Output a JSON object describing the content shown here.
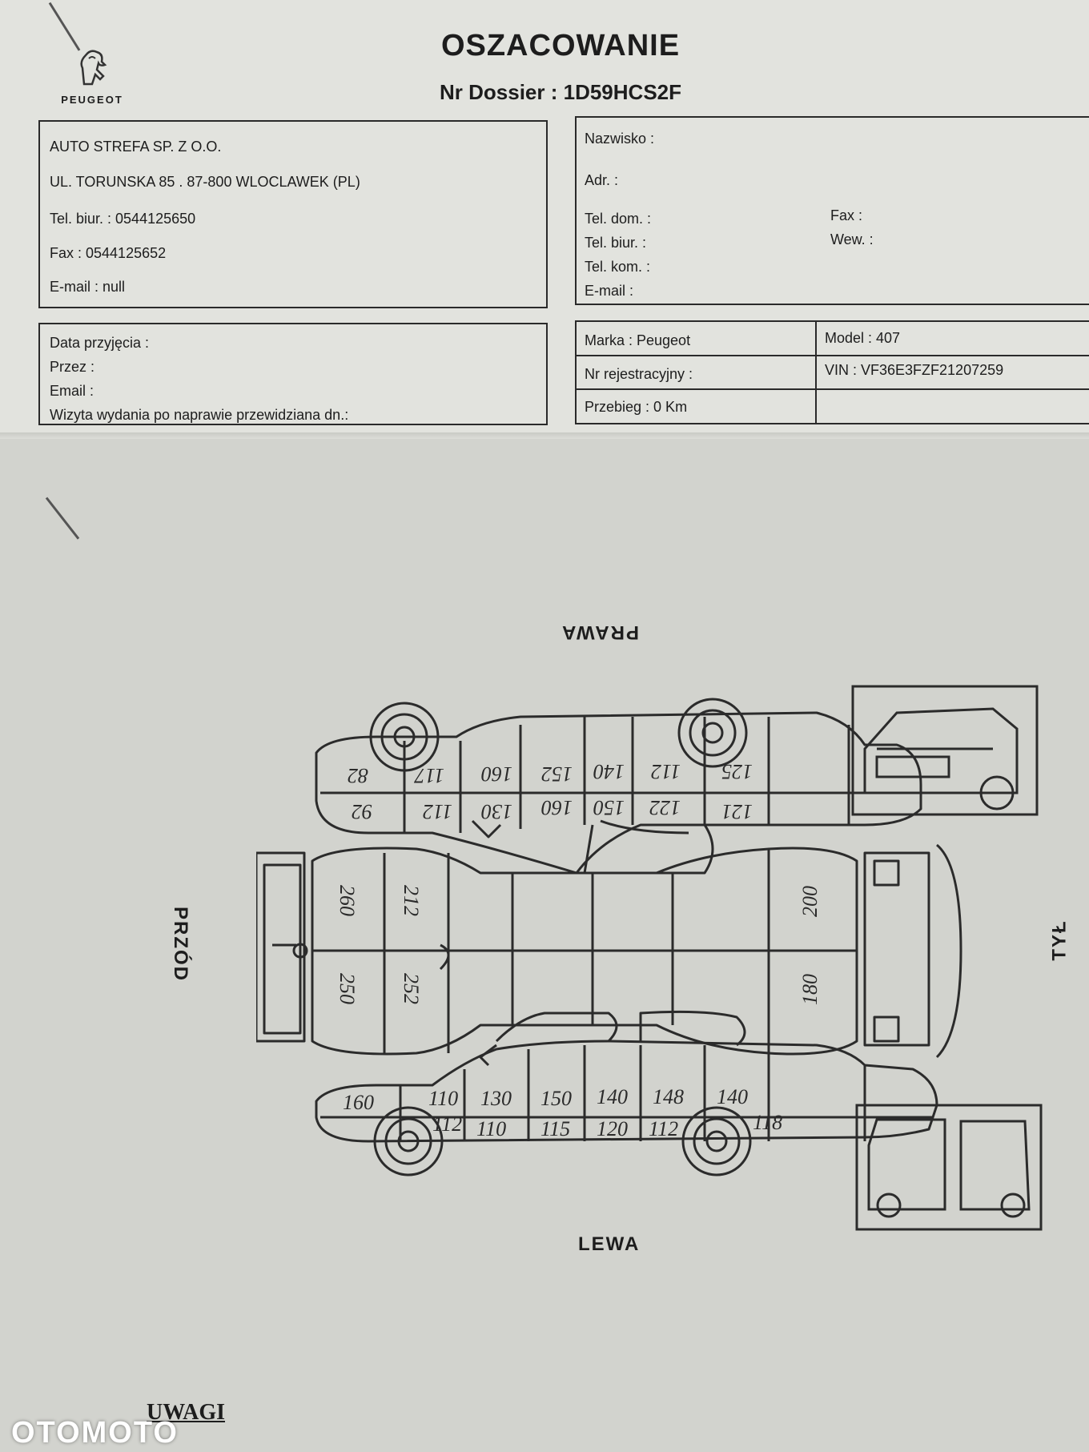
{
  "header": {
    "brand": "PEUGEOT",
    "title": "OSZACOWANIE",
    "dossier": "Nr Dossier : 1D59HCS2F"
  },
  "dealer": {
    "name": "AUTO STREFA SP. Z O.O.",
    "address": "UL. TORUNSKA 85 . 87-800 WLOCLAWEK (PL)",
    "tel": "Tel. biur. : 0544125650",
    "fax": "Fax : 0544125652",
    "email": "E-mail : null"
  },
  "client": {
    "surname": "Nazwisko :",
    "address": "Adr. :",
    "tel_home": "Tel. dom. :",
    "tel_office": "Tel. biur. :",
    "tel_mobile": "Tel. kom. :",
    "email": "E-mail :",
    "fax": "Fax :",
    "ext": "Wew. :"
  },
  "reception": {
    "date": "Data przyjęcia :",
    "by": "Przez :",
    "email": "Email :",
    "visit": "Wizyta wydania po naprawie przewidziana dn.:"
  },
  "vehicle": {
    "make": "Marka : Peugeot",
    "model": "Model : 407",
    "registration": "Nr rejestracyjny :",
    "vin": "VIN : VF36E3FZF21207259",
    "mileage": "Przebieg : 0 Km"
  },
  "diagram": {
    "right": "PRAWA",
    "left": "LEWA",
    "front": "PRZÓD",
    "rear": "TYŁ",
    "readings_top_row1": [
      "82",
      "117",
      "160",
      "152",
      "140",
      "112",
      "125"
    ],
    "readings_top_row2": [
      "92",
      "112",
      "130",
      "160",
      "150",
      "122",
      "121"
    ],
    "readings_hood": [
      "260",
      "212",
      "250",
      "252"
    ],
    "readings_trunk": [
      "200",
      "180"
    ],
    "readings_bottom_row1": [
      "160",
      "110",
      "130",
      "150",
      "140",
      "148",
      "140"
    ],
    "readings_bottom_row2": [
      "112",
      "110",
      "115",
      "120",
      "112",
      "118"
    ]
  },
  "footer": {
    "notes": "UWAGI",
    "watermark": "OTOMOTO"
  }
}
